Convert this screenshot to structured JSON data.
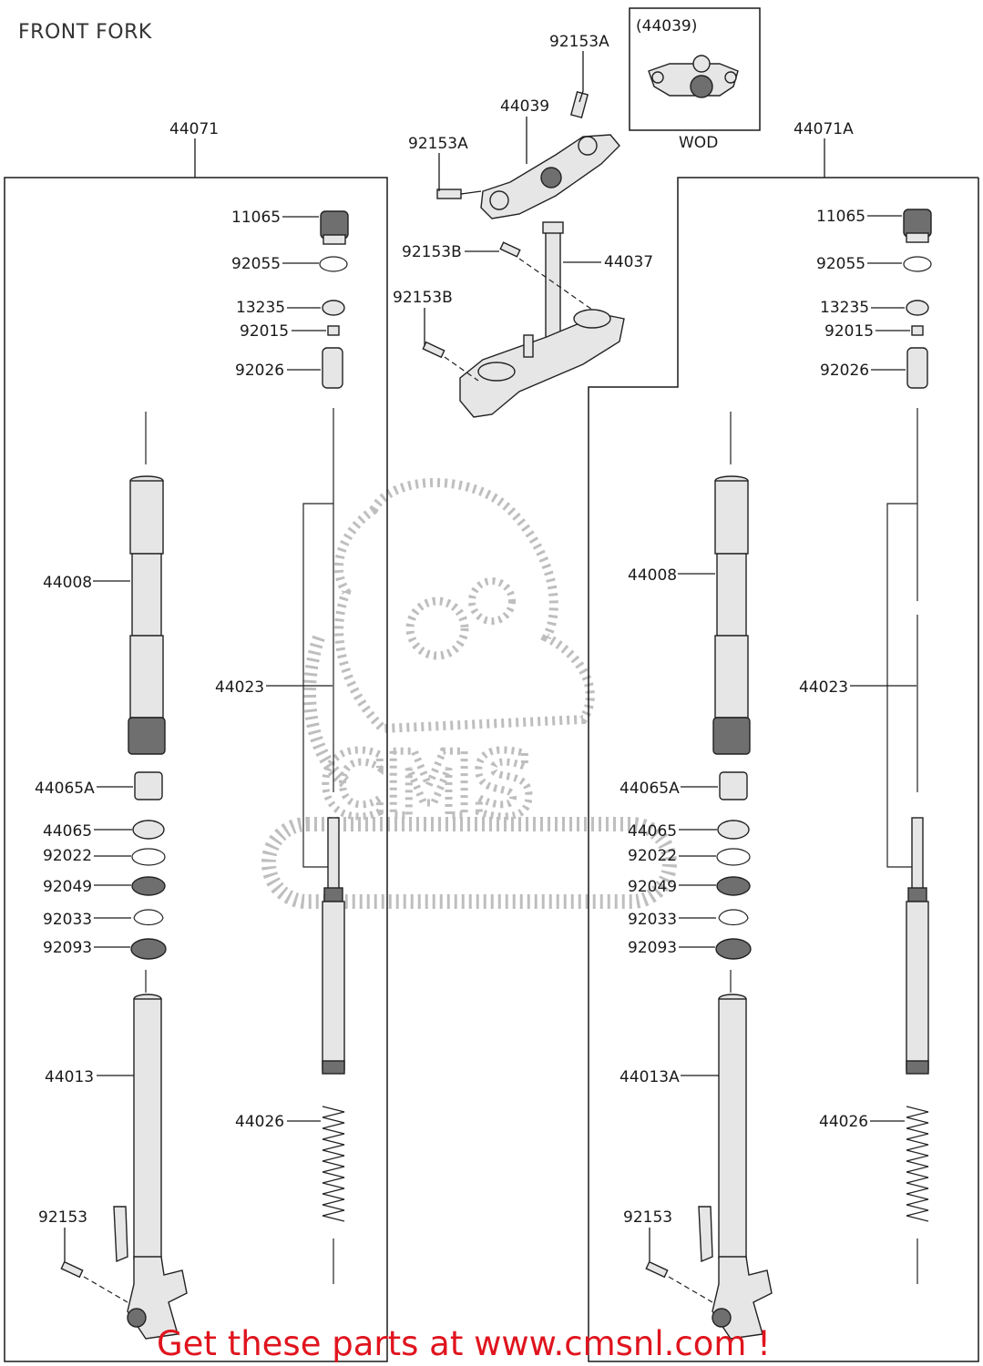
{
  "title": "FRONT FORK",
  "promo": "Get these parts at www.cmsnl.com !",
  "colors": {
    "promo": "#e0141e",
    "line": "#1a1a1a",
    "watermark": "#9a9a9a"
  },
  "watermark": {
    "text": "CMS",
    "icon": "cms-mascot-watermark"
  },
  "inset": {
    "ref": "(44039)",
    "note": "WOD"
  },
  "assemblies": {
    "left": "44071",
    "right": "44071A"
  },
  "top": {
    "bolt_a_1": "92153A",
    "bolt_a_2": "92153A",
    "upper_bracket": "44039",
    "bolt_b_1": "92153B",
    "bolt_b_2": "92153B",
    "stem": "44037"
  },
  "left": {
    "cap": "11065",
    "oring": "92055",
    "nut": "13235",
    "nut_small": "92015",
    "collar": "92026",
    "outer_tube": "44008",
    "cartridge": "44023",
    "bushing_a": "44065A",
    "bushing": "44065",
    "washer": "92022",
    "seal": "92049",
    "circlip": "92033",
    "dust_seal": "92093",
    "inner_tube": "44013",
    "spring": "44026",
    "bolt": "92153"
  },
  "right": {
    "cap": "11065",
    "oring": "92055",
    "nut": "13235",
    "nut_small": "92015",
    "collar": "92026",
    "outer_tube": "44008",
    "cartridge": "44023",
    "bushing_a": "44065A",
    "bushing": "44065",
    "washer": "92022",
    "seal": "92049",
    "circlip": "92033",
    "dust_seal": "92093",
    "inner_tube": "44013A",
    "spring": "44026",
    "bolt": "92153"
  }
}
